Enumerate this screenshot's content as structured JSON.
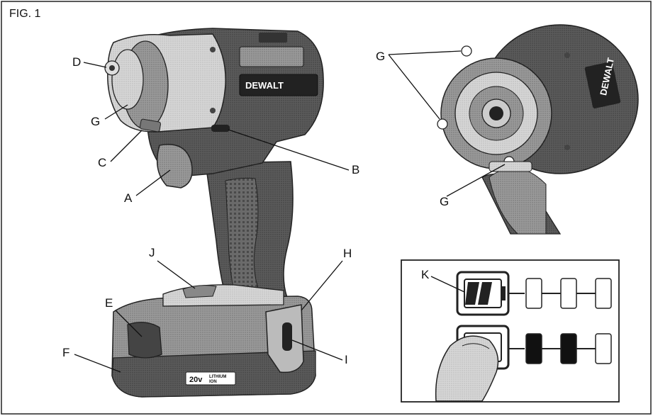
{
  "figure": {
    "label": "FIG. 1"
  },
  "brand": "DEWALT",
  "battery_badge": {
    "voltage": "20v",
    "chemistry_line1": "LITHIUM",
    "chemistry_line2": "ION"
  },
  "callouts": {
    "A": "A",
    "B": "B",
    "C": "C",
    "D": "D",
    "E": "E",
    "F": "F",
    "G": "G",
    "H": "H",
    "I": "I",
    "J": "J",
    "K": "K"
  },
  "fuel_gauge": {
    "top_row": {
      "filled_segments": 0,
      "total_segments": 3
    },
    "bottom_row": {
      "filled_segments": 2,
      "total_segments": 3
    }
  }
}
